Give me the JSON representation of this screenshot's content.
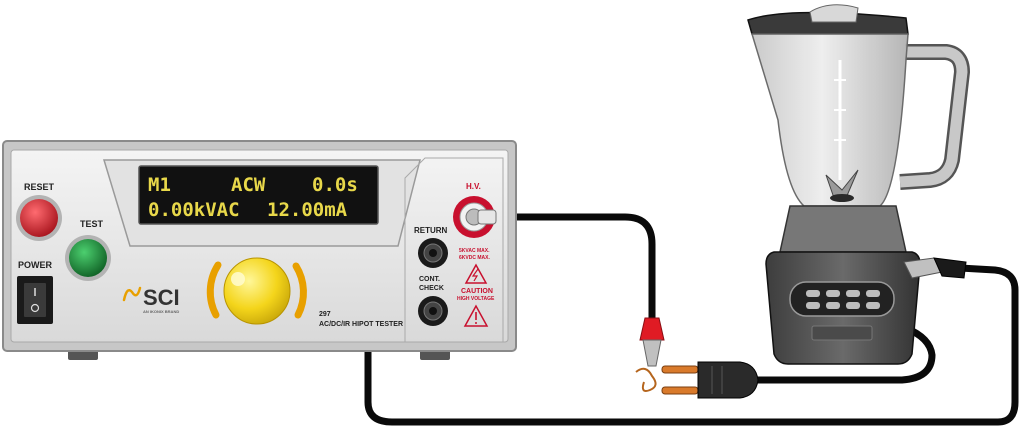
{
  "tester": {
    "brand": "SCI",
    "brand_tagline": "AN IKONIX BRAND",
    "model": "297",
    "model_desc": "AC/DC/IR HIPOT TESTER",
    "display": {
      "memory": "M1",
      "mode": "ACW",
      "time": "0.0s",
      "voltage": "0.00kVAC",
      "current": "12.00mA"
    },
    "buttons": {
      "reset": "RESET",
      "test": "TEST",
      "power": "POWER"
    },
    "terminals": {
      "hv": "H.V.",
      "hv_rating_1": "5KVAC MAX.",
      "hv_rating_2": "6KVDC MAX.",
      "return": "RETURN",
      "cont_check_1": "CONT.",
      "cont_check_2": "CHECK",
      "caution": "CAUTION",
      "caution_sub": "HIGH VOLTAGE"
    }
  },
  "colors": {
    "reset_button": "#d0202a",
    "test_button": "#1f8a3a",
    "hv_terminal": "#c8102e",
    "display_text": "#e8d84a",
    "knob": "#f2d21a",
    "cable": "#0a0a0a",
    "clip_red": "#e01b24",
    "plug_prong": "#d97a2b"
  }
}
